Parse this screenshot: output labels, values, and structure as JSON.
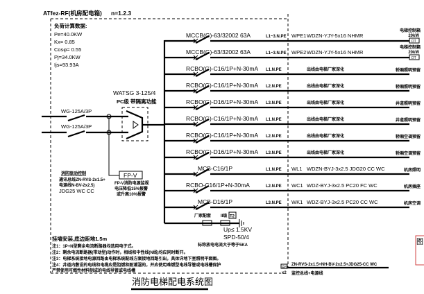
{
  "header": {
    "panel_name": "ATfez-RF(机房配电箱)",
    "loops": "n=1.2.3"
  },
  "load_calc": {
    "title": "负荷计算数据:",
    "lines": [
      "Pe=40.0KW",
      "Kx= 0.85",
      "Cosφ= 0.55",
      "Pj=34.0KW",
      "Ijs=93.93A"
    ]
  },
  "source": {
    "incoming": [
      "WG-125A/3P",
      "WG-125A/3P"
    ],
    "ats_model": "WATSG 3-125/4",
    "ats_desc": "PC级 带隔离功能",
    "fpv_label": "FP-V",
    "fpv_notes": [
      "FP-V消防电源监视",
      "电压降低15%报警",
      "或升高10%报警"
    ],
    "fire_link": [
      "消防联动控制",
      "通讯总线ZN-RVS-2x1.5+",
      "电源线N-BV-2x2.5)",
      "JDG25 WC CC"
    ]
  },
  "circuits": [
    {
      "breaker": "MCCB(G)-63/32002 63A",
      "phase": "L1~3.N.PE",
      "id": "WPE1",
      "cable": "WDZN-YJY-5x16 NHMR",
      "load": "电梯控制箱",
      "power": "20kW",
      "tag": "DT"
    },
    {
      "breaker": "MCCB(G)-63/32002 63A",
      "phase": "L1~3.N.PE",
      "id": "WPE2",
      "cable": "WDZN-YJY-5x16 NHMR",
      "load": "电梯控制箱",
      "power": "20kW",
      "tag": "DT"
    },
    {
      "breaker": "RCBO(G)-C16/1P+N-30mA",
      "phase": "L1.N.PE",
      "id": "",
      "cable": "出线由电梯厂家深化",
      "load": "轿厢照明预留"
    },
    {
      "breaker": "RCBO(G)-C16/1P+N-30mA",
      "phase": "L2.N.PE",
      "id": "",
      "cable": "出线由电梯厂家深化",
      "load": "轿厢照明预留"
    },
    {
      "breaker": "RCBO(G)-D16/1P+N-30mA",
      "phase": "L3.N.PE",
      "id": "",
      "cable": "出线由电梯厂家深化",
      "load": "井道照明预留"
    },
    {
      "breaker": "RCBO(G)-C16/1P+N-30mA",
      "phase": "L1.N.PE",
      "id": "",
      "cable": "出线由电梯厂家深化",
      "load": "井道照明预留"
    },
    {
      "breaker": "RCBO(G)-C16/1P+N-30mA",
      "phase": "L2.N.PE",
      "id": "",
      "cable": "出线由电梯厂家深化",
      "load": "轿厢空调预留"
    },
    {
      "breaker": "RCBO(G)-D16/1P+N-30mA",
      "phase": "L3.N.PE",
      "id": "",
      "cable": "出线由电梯厂家深化",
      "load": "轿厢空调预留"
    },
    {
      "breaker": "MCB-C16/1P",
      "phase": "L1.N.PE",
      "id": "WL1",
      "cable": "WDZN-BYJ-3x2.5 JDG20 CC WC",
      "load": "机房照明"
    },
    {
      "breaker": "RCBO-C16/1P+N-30mA",
      "phase": "L2.N.PE",
      "id": "WC1",
      "cable": "WDZ-BYJ-3x2.5 PC20 FC WC",
      "load": "机房插座"
    },
    {
      "breaker": "MCB-D16/1P",
      "phase": "L3.N.PE",
      "id": "WK1",
      "cable": "WDZ-BYJ-3x2.5 PC20 CC WC",
      "load": "机房空调"
    }
  ],
  "spd": {
    "vendor": "厂家配套",
    "class": "II级",
    "class_tag": "T2",
    "up": "Up≤ 1.5KV",
    "model": "SPD-50/4",
    "note": "标称放电电流大于等于5KA"
  },
  "notes": {
    "install": "挂墙安装,底边距地1.5m",
    "lines": [
      "注1：1P+N型剩余电流断路器均选用电子式。",
      "注2：剩余电流断路器(带动型)动作时，相线和中性线(N线)均应同时断开。",
      "注3：电梯系统接地电源回路由电梯系统配线方案接地回路引出，具体详地下室照明平面图。",
      "注4：井道内敷设的电线和电缆应是阻燃和耐潮湿的，并应使用难燃型电线导管或电线槽保护",
      "严禁使用可燃性材料制成的电线导管或电线槽"
    ]
  },
  "monitor": {
    "tag": "监控",
    "count": "x2",
    "cable": "ZN-RVS-2x1.5+NH-BV-2x2.5+JDG25-CC WC",
    "desc": "监控总线+电源线"
  },
  "title": "消防电梯配电系统图",
  "stamp": {
    "char": "图",
    "color": "#d04040"
  }
}
